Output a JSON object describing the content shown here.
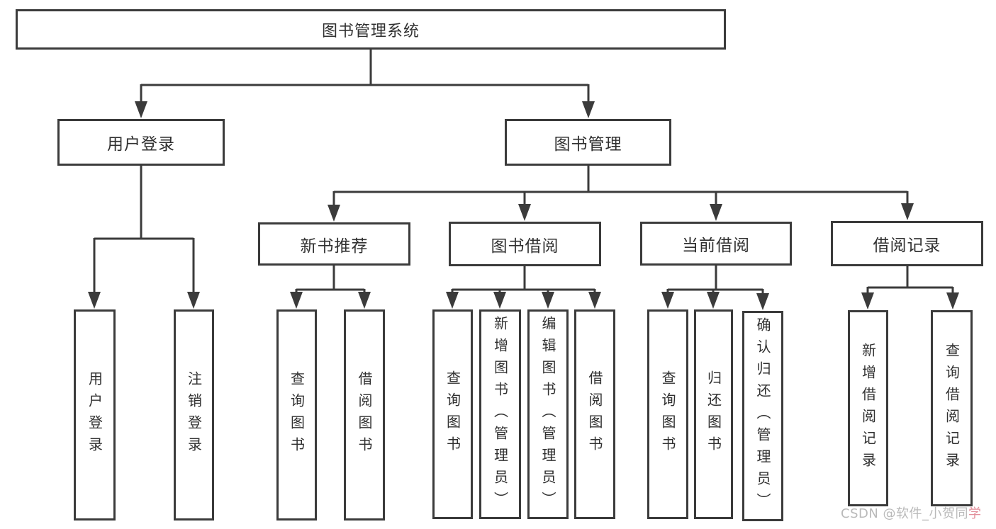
{
  "tree": {
    "root": {
      "label": "图书管理系统"
    },
    "branches": [
      {
        "label": "用户登录",
        "children": [
          {
            "label": "用户登录"
          },
          {
            "label": "注销登录"
          }
        ]
      },
      {
        "label": "图书管理",
        "children": [
          {
            "label": "新书推荐",
            "children": [
              {
                "label": "查询图书"
              },
              {
                "label": "借阅图书"
              }
            ]
          },
          {
            "label": "图书借阅",
            "children": [
              {
                "label": "查询图书"
              },
              {
                "label": "新增图书（管理员）"
              },
              {
                "label": "编辑图书（管理员）"
              },
              {
                "label": "借阅图书"
              }
            ]
          },
          {
            "label": "当前借阅",
            "children": [
              {
                "label": "查询图书"
              },
              {
                "label": "归还图书"
              },
              {
                "label": "确认归还（管理员）"
              }
            ]
          },
          {
            "label": "借阅记录",
            "children": [
              {
                "label": "新增借阅记录"
              },
              {
                "label": "查询借阅记录"
              }
            ]
          }
        ]
      }
    ]
  },
  "watermark": {
    "text": "CSDN @软件_小贺同",
    "tail": "学"
  },
  "colors": {
    "line": "#3b3b3b",
    "box_border": "#3b3b3b",
    "text": "#303030",
    "background": "#ffffff",
    "watermark": "#b9b9b9",
    "watermark_accent": "#e38f9b"
  }
}
